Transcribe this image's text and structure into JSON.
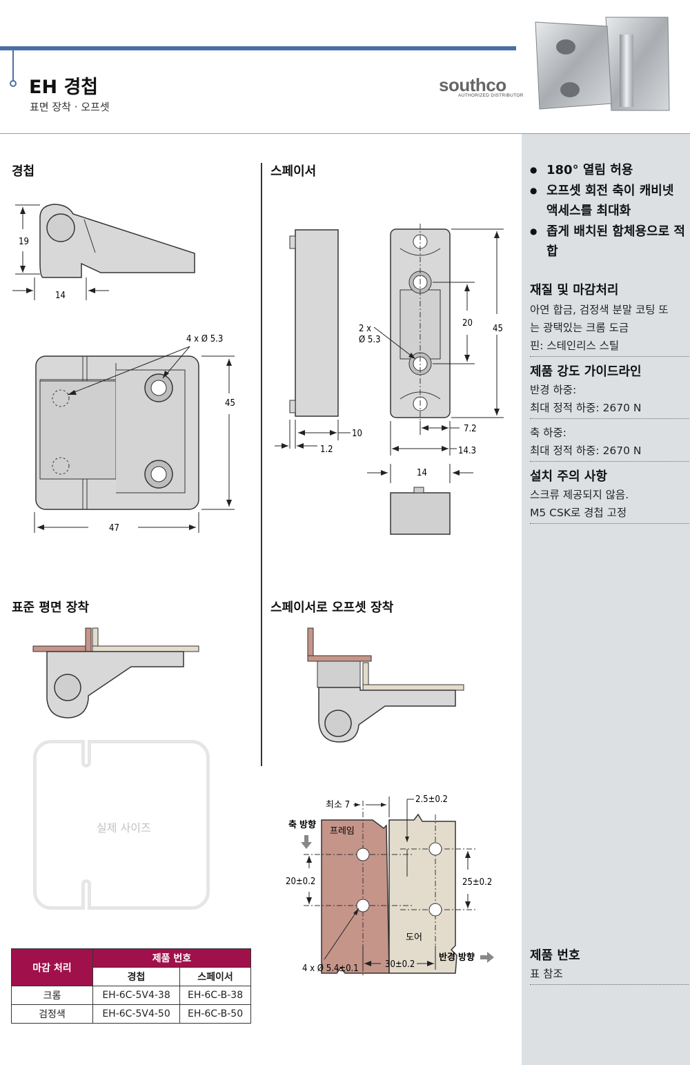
{
  "header": {
    "title": "EH 경첩",
    "subtitle": "표면 장착 · 오프셋",
    "logo": "southco",
    "logo_sub": "AUTHORIZED DISTRIBUTOR"
  },
  "sections": {
    "hinge": "경첩",
    "spacer": "스페이서",
    "flat_mount": "표준 평면 장착",
    "offset_mount": "스페이서로 오프셋 장착",
    "actual_size": "실제 사이즈"
  },
  "hinge_dims": {
    "h": "19",
    "w": "14",
    "holes": "4 x Ø 5.3",
    "height": "45",
    "width": "47"
  },
  "spacer_dims": {
    "holes_a": "2 x",
    "holes_b": "Ø 5.3",
    "pitch": "20",
    "height": "45",
    "thick": "10",
    "lip": "1.2",
    "off": "7.2",
    "width": "14.3",
    "top_w": "14"
  },
  "install": {
    "min": "최소 7",
    "gap": "2.5±0.2",
    "axis_dir": "축 방향",
    "frame": "프레임",
    "pitch_left": "20±0.2",
    "pitch_right": "25±0.2",
    "door": "도어",
    "holes": "4 x Ø 5.4±0.1",
    "offset": "30±0.2",
    "radial_dir": "반경 방향"
  },
  "sidebar": {
    "bullets": [
      "180° 열림 허용",
      "오프셋 회전 축이 캐비넷 액세스를 최대화",
      "좁게 배치된 함체용으로 적합"
    ],
    "material_title": "재질 및 마감처리",
    "material_text_1": "아연 합금, 검정색 분말 코팅 또",
    "material_text_2": "는 광택있는 크롬 도금",
    "material_text_3": "핀: 스테인리스 스틸",
    "strength_title": "제품 강도 가이드라인",
    "radial_label": "반경 하중:",
    "radial_value": "최대 정적 하중: 2670 N",
    "axial_label": "축 하중:",
    "axial_value": "최대 정적 하중: 2670 N",
    "install_title": "설치 주의 사항",
    "install_text_1": "스크류 제공되지 않음.",
    "install_text_2": "M5 CSK로 경첩 고정",
    "pn_title": "제품 번호",
    "pn_text": "표 참조"
  },
  "table": {
    "finish_header": "마감 처리",
    "pn_header": "제품 번호",
    "col_hinge": "경첩",
    "col_spacer": "스페이서",
    "rows": [
      {
        "finish": "크롬",
        "hinge": "EH-6C-5V4-38",
        "spacer": "EH-6C-B-38"
      },
      {
        "finish": "검정색",
        "hinge": "EH-6C-5V4-50",
        "spacer": "EH-6C-B-50"
      }
    ]
  }
}
